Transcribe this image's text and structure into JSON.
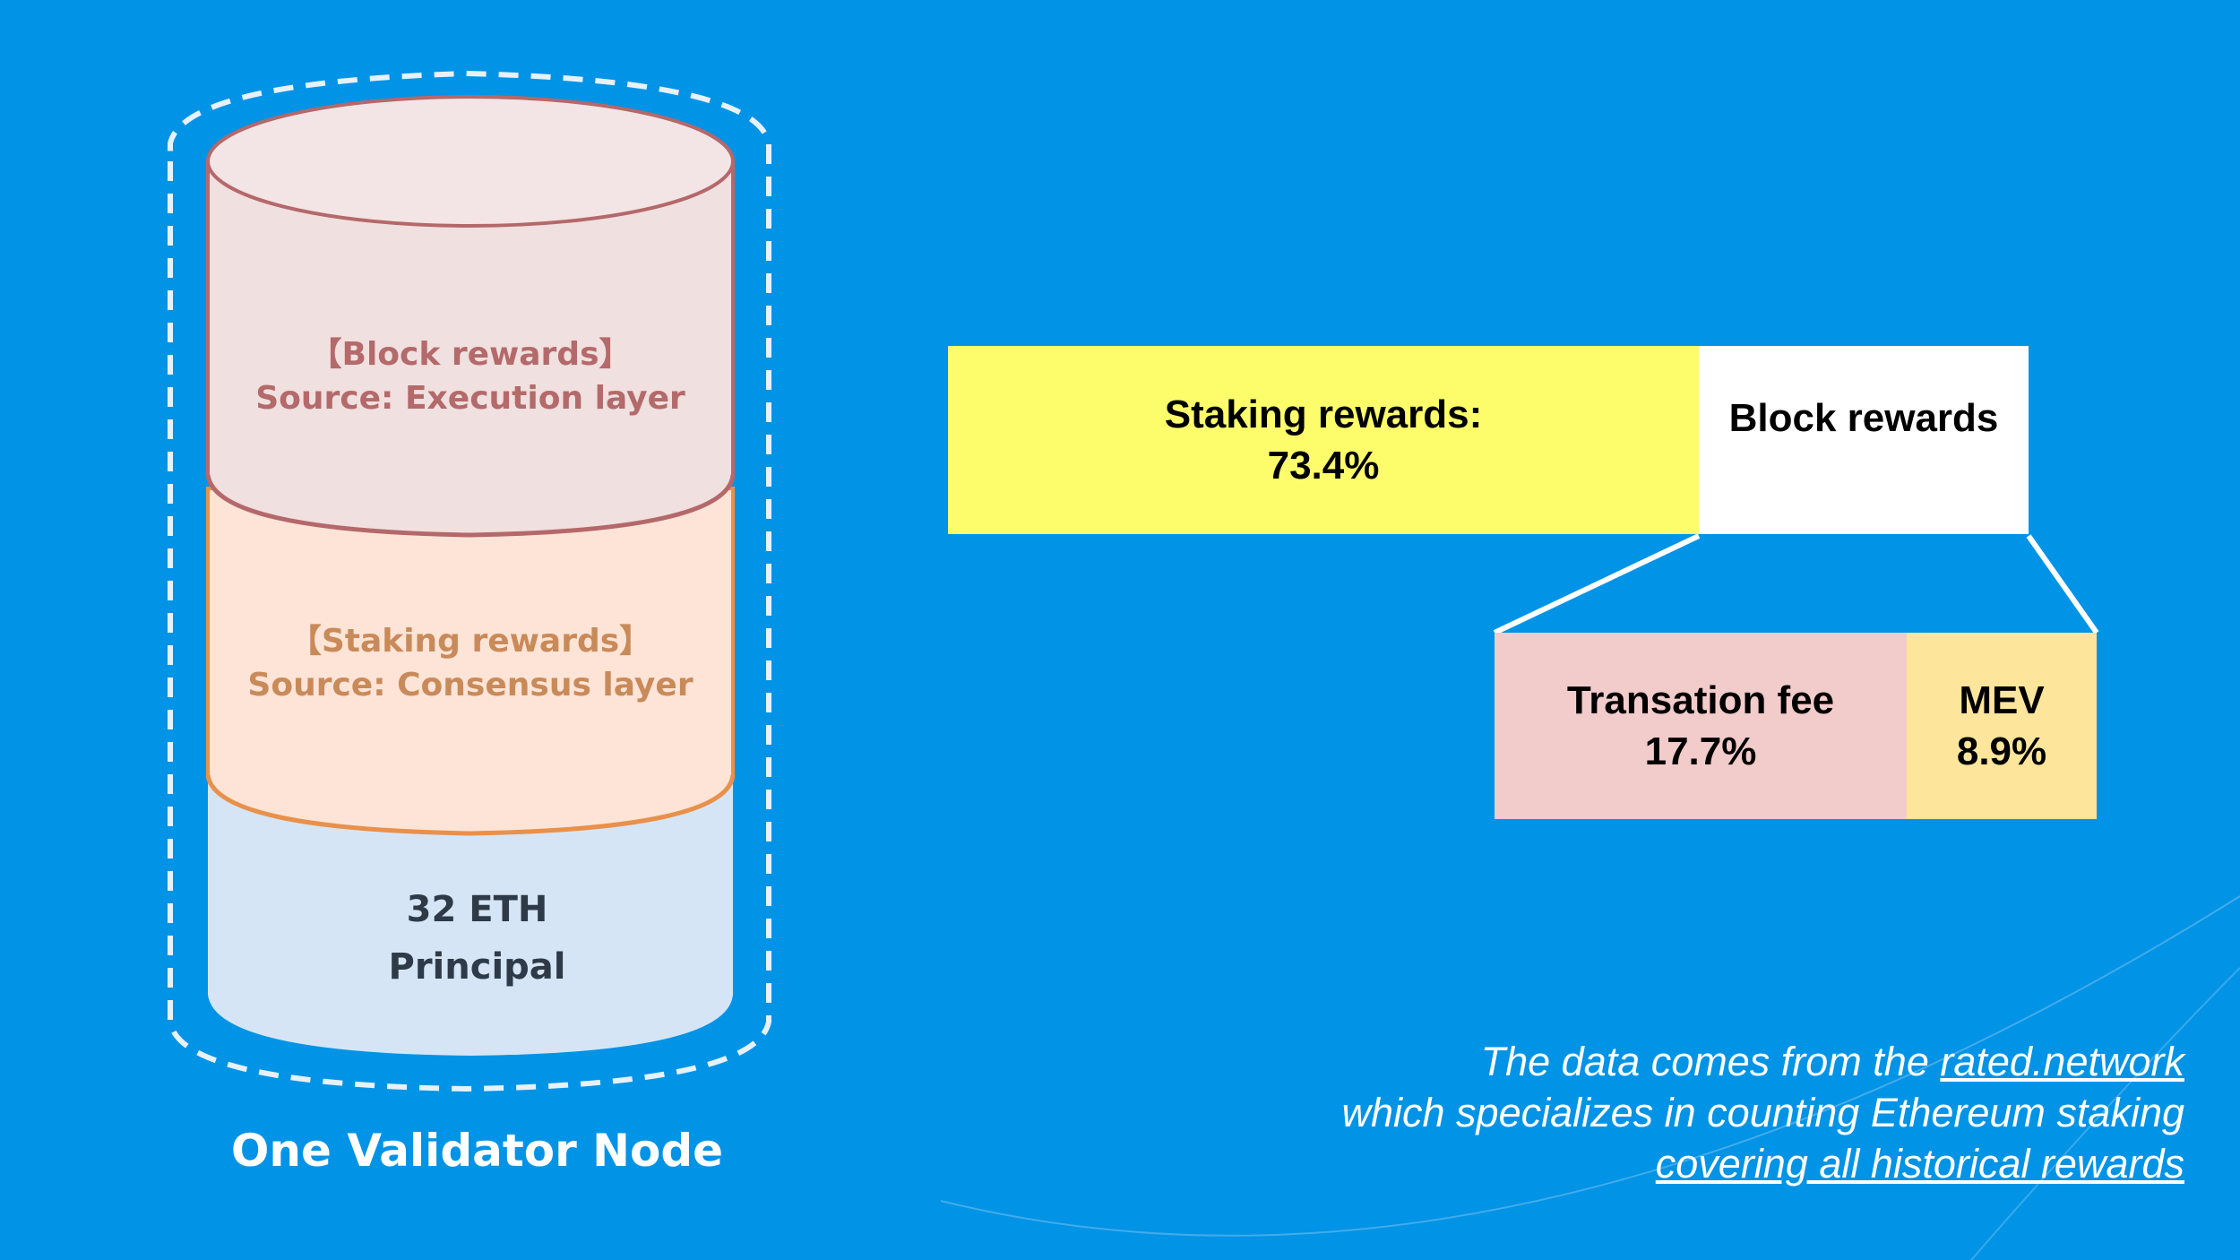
{
  "validator": {
    "block_rewards_title": "【Block rewards】",
    "block_rewards_source": "Source: Execution layer",
    "staking_rewards_title": "【Staking rewards】",
    "staking_rewards_source": "Source: Consensus layer",
    "principal_amount": "32 ETH",
    "principal_label": "Principal",
    "node_title": "One Validator Node"
  },
  "rewards_bar": {
    "staking_label": "Staking rewards:",
    "staking_value": "73.4%",
    "block_label": "Block rewards",
    "staking_fraction": 0.734
  },
  "block_breakdown": {
    "fee_label": "Transation fee",
    "fee_value": "17.7%",
    "mev_label": "MEV",
    "mev_value": "8.9%"
  },
  "source_note": {
    "line1_prefix": "The data comes from the ",
    "line1_link": "rated.network",
    "line2": "which specializes in counting Ethereum staking",
    "line3_link": "covering all historical rewards"
  },
  "colors": {
    "background": "#0093e6",
    "staking_box": "#fdfd6b",
    "block_box": "#ffffff",
    "fee_box": "#f2cbcb",
    "mev_box": "#fde59b",
    "block_layer": "#f0e0e0",
    "staking_layer": "#fde4d7",
    "principal_layer": "#d6e5f5"
  }
}
